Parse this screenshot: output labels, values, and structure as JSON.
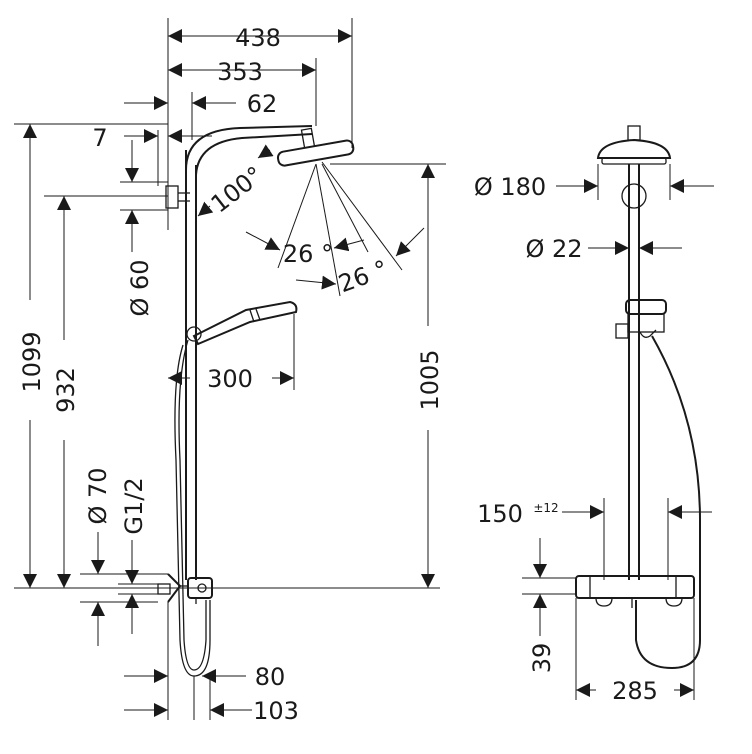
{
  "dimensions": {
    "w438": "438",
    "w353": "353",
    "w62": "62",
    "w7": "7",
    "deg100": "100°",
    "deg26a": "26 °",
    "deg26b": "26 °",
    "d60": "Ø 60",
    "h1099": "1099",
    "h932": "932",
    "w300": "300",
    "h1005": "1005",
    "d70": "Ø 70",
    "g12": "G1/2",
    "w80": "80",
    "w103": "103",
    "d180": "Ø 180",
    "d22": "Ø 22",
    "w150": "150",
    "tol12": "±12",
    "h39": "39",
    "w285": "285"
  }
}
